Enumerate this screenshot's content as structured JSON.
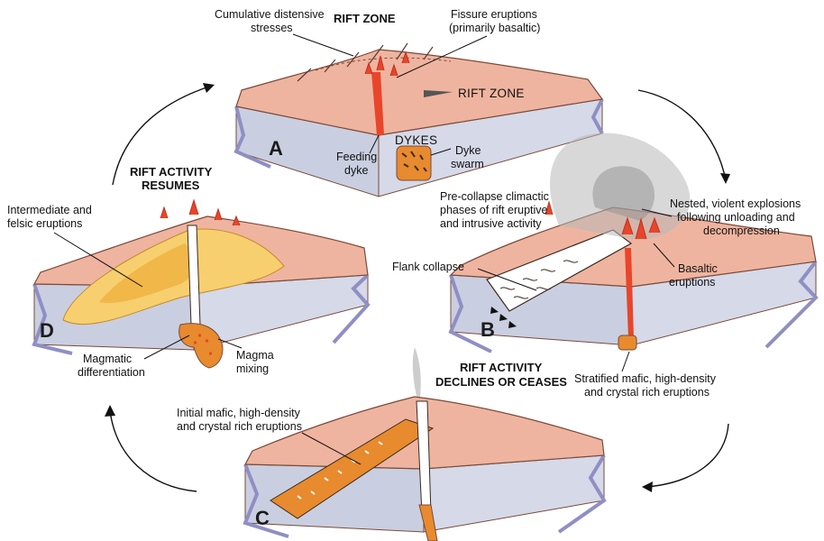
{
  "colors": {
    "crust": "#efb49f",
    "crust_edge": "#7a4a3a",
    "section": "#c9cfe0",
    "section_dark": "#8f8fc4",
    "magma": "#e88a2e",
    "magma_light": "#f7cf6e",
    "lava": "#e8452a",
    "ash": "#b8b8b8"
  },
  "panels": {
    "A": {
      "letter": "A",
      "title": "RIFT ZONE",
      "labels": {
        "stresses": [
          "Cumulative distensive",
          "stresses"
        ],
        "fissure": [
          "Fissure eruptions",
          "(primarily basaltic)"
        ],
        "rift_zone": "RIFT ZONE",
        "dykes": "DYKES",
        "feeding_dyke": [
          "Feeding",
          "dyke"
        ],
        "dyke_swarm": [
          "Dyke",
          "swarm"
        ]
      }
    },
    "B": {
      "letter": "B",
      "labels": {
        "pre_collapse": [
          "Pre-collapse climactic",
          "phases of rift eruptive",
          "and intrusive activity"
        ],
        "nested": [
          "Nested, violent explosions",
          "following unloading and",
          "decompression"
        ],
        "flank_collapse": "Flank collapse",
        "basaltic": [
          "Basaltic",
          "eruptions"
        ],
        "stratified": [
          "Stratified mafic, high-density",
          "and crystal rich eruptions"
        ]
      }
    },
    "C": {
      "letter": "C",
      "title": [
        "RIFT ACTIVITY",
        "DECLINES OR CEASES"
      ],
      "labels": {
        "initial": [
          "Initial mafic, high-density",
          "and crystal rich eruptions"
        ]
      }
    },
    "D": {
      "letter": "D",
      "title": [
        "RIFT ACTIVITY",
        "RESUMES"
      ],
      "labels": {
        "intermediate": [
          "Intermediate and",
          "felsic eruptions"
        ],
        "differentiation": [
          "Magmatic",
          "differentiation"
        ],
        "mixing": [
          "Magma",
          "mixing"
        ]
      }
    }
  }
}
